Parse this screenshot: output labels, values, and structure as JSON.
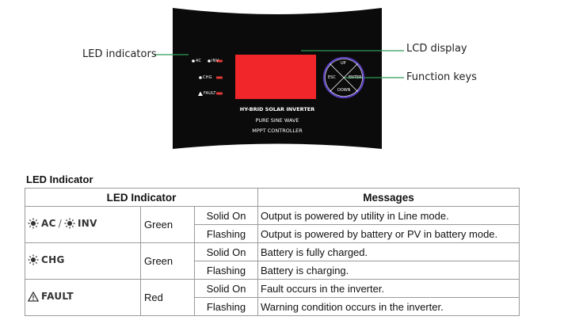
{
  "callouts": {
    "led_indicators": "LED indicators",
    "lcd_display": "LCD display",
    "function_keys": "Function keys"
  },
  "panel": {
    "leds": [
      {
        "label": "AC",
        "second_label": "INV",
        "color": "#e53935"
      },
      {
        "label": "CHG",
        "color": "#e53935"
      },
      {
        "label": "FAULT",
        "color": "#e53935"
      }
    ],
    "keys": {
      "up": "UP",
      "esc": "ESC",
      "enter": "ENTER",
      "down": "DOWN"
    },
    "title": "HY-BRID SOLAR INVERTER",
    "subtitle": "PURE SINE WAVE",
    "controller": "MPPT CONTROLLER",
    "lcd_color": "#f0262a",
    "key_ring_color": "#5a3fc0"
  },
  "section_title": "LED Indicator",
  "table": {
    "headers": [
      "LED Indicator",
      "Messages"
    ],
    "groups": [
      {
        "icon": "sun-icon",
        "label": "AC",
        "separator": "/",
        "second_icon": "sun-icon",
        "second_label": "INV",
        "color": "Green",
        "rows": [
          {
            "state": "Solid On",
            "message": "Output is powered by utility in Line mode."
          },
          {
            "state": "Flashing",
            "message": "Output is powered by battery or PV in battery mode."
          }
        ]
      },
      {
        "icon": "sun-icon",
        "label": "CHG",
        "color": "Green",
        "rows": [
          {
            "state": "Solid On",
            "message": "Battery is fully charged."
          },
          {
            "state": "Flashing",
            "message": "Battery is charging."
          }
        ]
      },
      {
        "icon": "warning-triangle-icon",
        "label": "FAULT",
        "color": "Red",
        "rows": [
          {
            "state": "Solid On",
            "message": "Fault occurs in the inverter."
          },
          {
            "state": "Flashing",
            "message": "Warning condition occurs in the inverter."
          }
        ]
      }
    ]
  }
}
